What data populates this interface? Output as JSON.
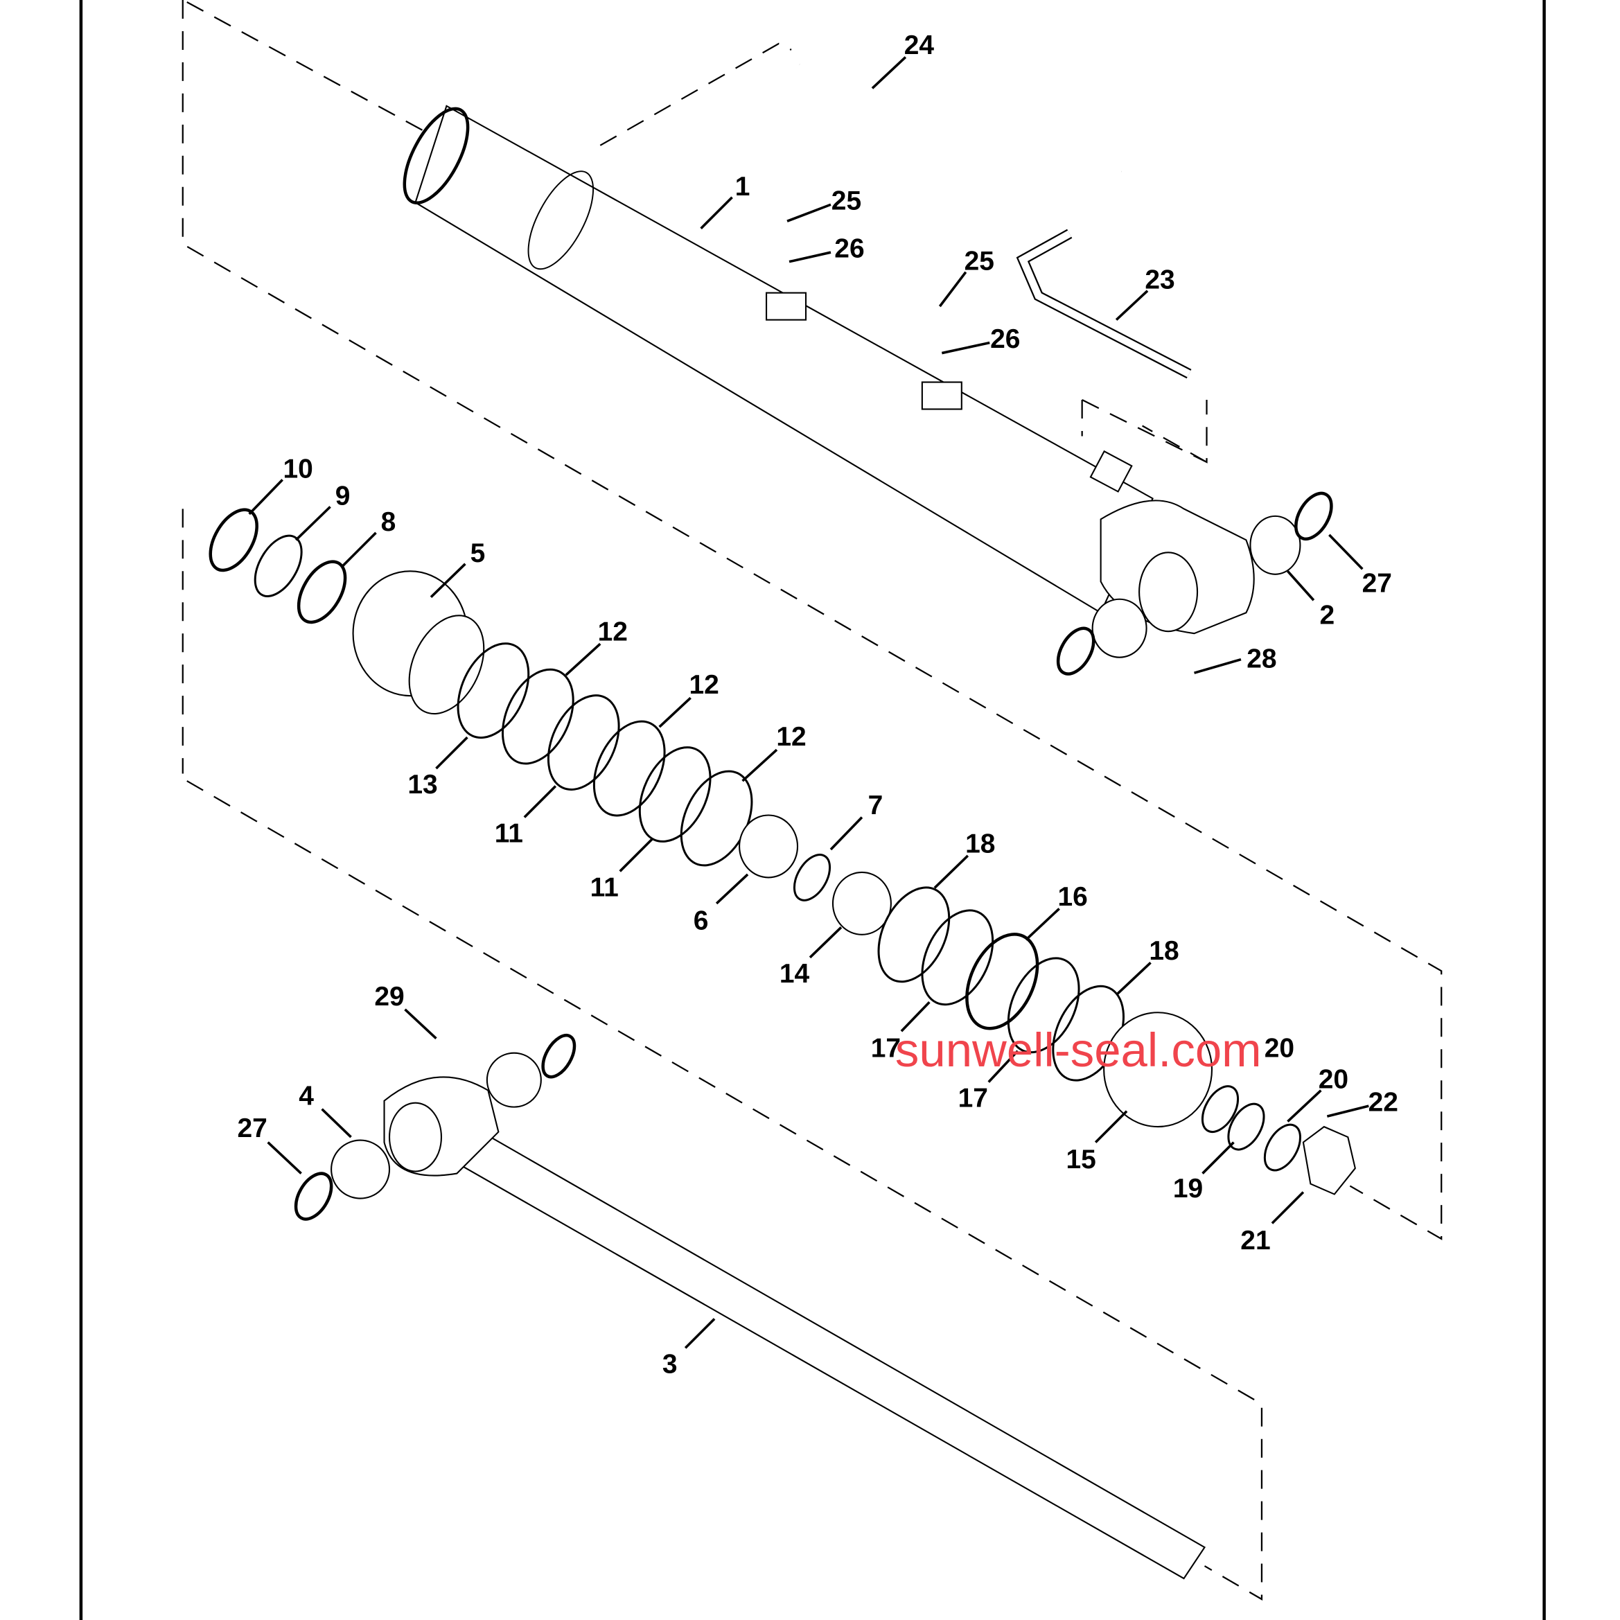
{
  "diagram": {
    "type": "exploded parts diagram - hydraulic cylinder",
    "watermark": "sunwell-seal.com",
    "callouts": [
      "24",
      "1",
      "25",
      "26",
      "25",
      "23",
      "26",
      "10",
      "9",
      "8",
      "5",
      "27",
      "2",
      "28",
      "12",
      "12",
      "12",
      "13",
      "11",
      "11",
      "7",
      "6",
      "18",
      "16",
      "14",
      "18",
      "17",
      "20",
      "17",
      "20",
      "22",
      "15",
      "19",
      "21",
      "29",
      "4",
      "27",
      "3"
    ]
  }
}
